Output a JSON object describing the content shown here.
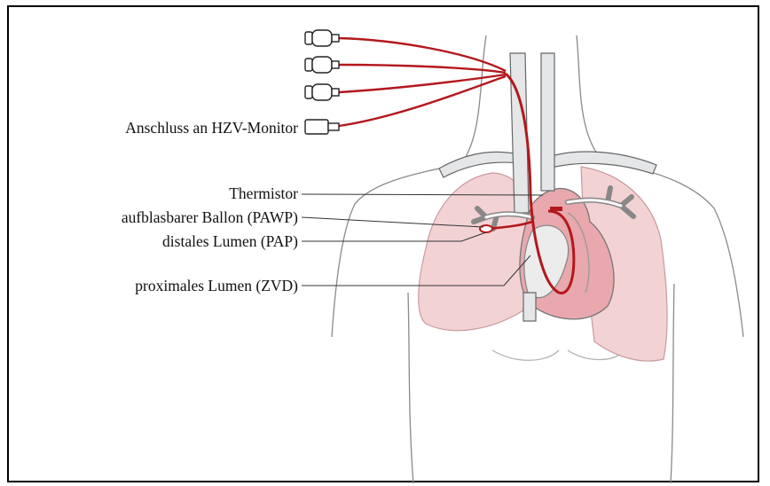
{
  "labels": {
    "monitor": "Anschluss an HZV-Monitor",
    "thermistor": "Thermistor",
    "balloon": "aufblasbarer Ballon (PAWP)",
    "distal": "distales Lumen (PAP)",
    "proximal": "proximales Lumen (ZVD)"
  },
  "colors": {
    "catheter": "#b3181c",
    "lung_fill": "#f3d2d4",
    "heart_fill": "#e8a8ad",
    "vessel_fill": "#e4e6e8",
    "outline": "#555555",
    "leader_line": "#333333"
  },
  "icons": {
    "connector": "catheter-connector-icon",
    "port": "monitor-port-icon"
  }
}
